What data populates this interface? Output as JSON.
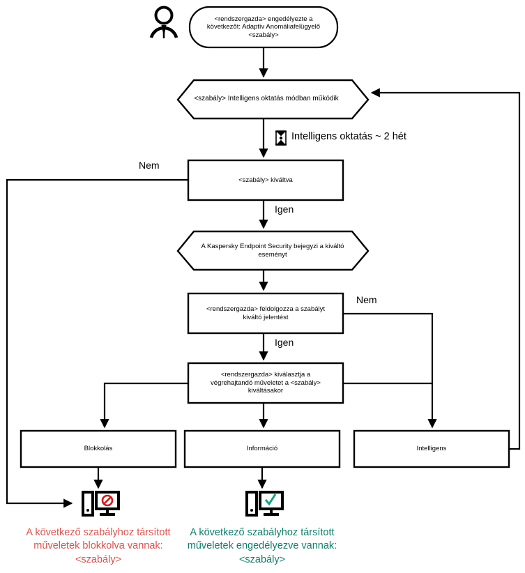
{
  "diagram": {
    "title": "Adaptív Anomáliafelügyelő szabály folyamatábra",
    "actor_icon": "person-icon",
    "nodes": {
      "start": {
        "shape": "rounded",
        "label": "<rendszergazda> engedélyezte a\nkövetkezőt: Adaptív Anomáliafelügyelő\n<szabály>"
      },
      "smart_training": {
        "shape": "hexagon",
        "label": "<szabály> Intelligens oktatás módban működik"
      },
      "rule_triggered": {
        "shape": "rect",
        "label": "<szabály> kiváltva"
      },
      "kes_logs_event": {
        "shape": "hexagon",
        "label": "A Kaspersky Endpoint Security bejegyzi a kiváltó\neseményt"
      },
      "admin_processes_report": {
        "shape": "rect",
        "label": "<rendszergazda>  feldolgozza a szabályt\nkiváltó jelentést"
      },
      "admin_selects_action": {
        "shape": "rect",
        "label": "<rendszergazda> kiválasztja a\nvégrehajtandó műveletet a <szabály>\nkiváltásakor"
      },
      "action_block": {
        "shape": "rect",
        "label": "Blokkolás"
      },
      "action_info": {
        "shape": "rect",
        "label": "Információ"
      },
      "action_smart": {
        "shape": "rect",
        "label": "Intelligens"
      }
    },
    "edge_labels": {
      "triggered_no": "Nem",
      "triggered_yes": "Igen",
      "report_no": "Nem",
      "report_yes": "Igen"
    },
    "wait_note": {
      "icon": "hourglass-icon",
      "label": "Intelligens oktatás ~ 2 hét"
    },
    "outcomes": [
      {
        "icon": "computer-blocked-icon",
        "badge": "prohibited-symbol",
        "caption": "A következő szabályhoz társított\nműveletek blokkolva vannak:\n<szabály>",
        "color": "#d9534f"
      },
      {
        "icon": "computer-allowed-icon",
        "badge": "check-mark",
        "caption": "A következő szabályhoz társított\nműveletek engedélyezve vannak:\n<szabály>",
        "color": "#127d6b"
      }
    ],
    "colors": {
      "stroke": "#000000",
      "blocked": "#d9534f",
      "blocked_badge": "#cc1b1b",
      "allowed": "#127d6b",
      "allowed_badge": "#16a085",
      "background": "#ffffff"
    }
  }
}
